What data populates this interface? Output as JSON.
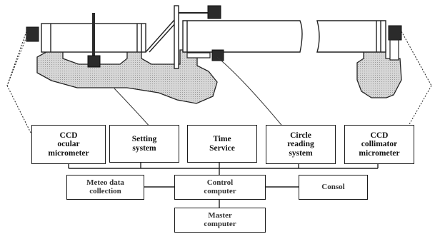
{
  "diagram": {
    "modules": {
      "ccd_ocular": "CCD\nocular\nmicrometer",
      "setting": "Setting\nsystem",
      "time_service": "Time\nService",
      "circle_reading": "Circle\nreading\nsystem",
      "ccd_collimator": "CCD\ncollimator\nmicrometer"
    },
    "computers": {
      "meteo": "Meteo data\ncollection",
      "control": "Control\ncomputer",
      "consol": "Consol",
      "master": "Master\ncomputer"
    }
  }
}
